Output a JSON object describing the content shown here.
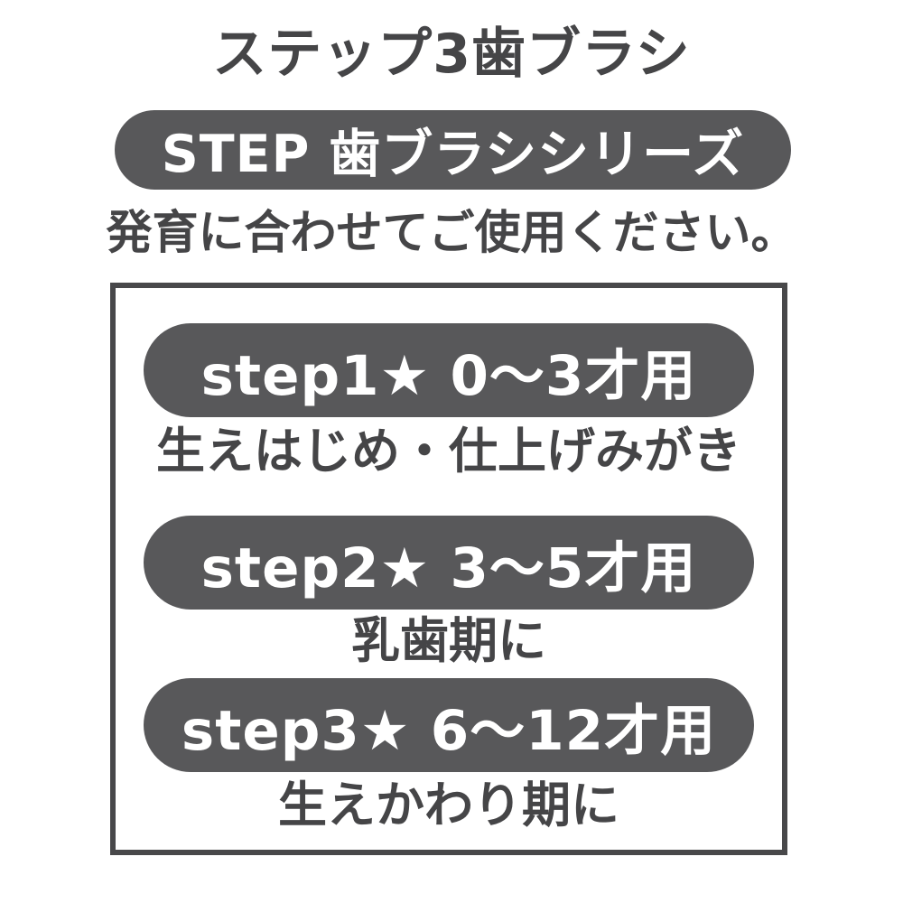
{
  "page": {
    "title": "ステップ3歯ブラシ",
    "series_banner": "STEP 歯ブラシシリーズ",
    "subtitle": "発育に合わせてご使用ください。"
  },
  "steps": [
    {
      "pill": "step1★ 0〜3才用",
      "caption": "生えはじめ・仕上げみがき"
    },
    {
      "pill": "step2★ 3〜5才用",
      "caption": "乳歯期に"
    },
    {
      "pill": "step3★ 6〜12才用",
      "caption": "生えかわり期に"
    }
  ],
  "colors": {
    "pill_background": "#58585a",
    "pill_text": "#ffffff",
    "body_text": "#454547",
    "box_border": "#48484a",
    "background": "#ffffff"
  }
}
